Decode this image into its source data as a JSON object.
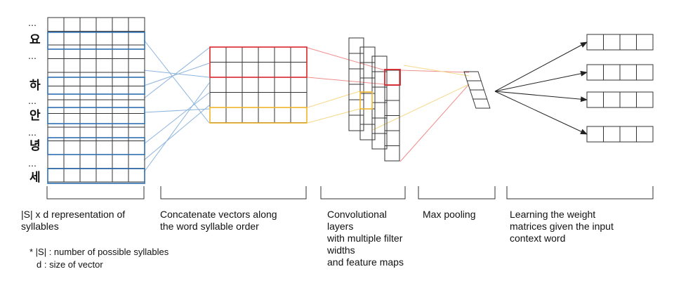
{
  "syllables": [
    "요",
    "하",
    "안",
    "녕",
    "세"
  ],
  "ellipsis": "…",
  "captions": [
    {
      "key": "matrix",
      "text": "|S| x d representation of\nsyllables"
    },
    {
      "key": "concat",
      "text": "Concatenate vectors along\nthe word syllable order"
    },
    {
      "key": "conv",
      "text": "Convolutional\nlayers\nwith multiple filter\nwidths\nand feature maps"
    },
    {
      "key": "pool",
      "text": "Max pooling"
    },
    {
      "key": "learn",
      "text": "Learning the weight\nmatrices given the input\ncontext word"
    }
  ],
  "footnote": {
    "line1": "* |S| : number of possible syllables",
    "line2": "d : size of vector"
  },
  "colors": {
    "selection_blue": "#2f6fb0",
    "filter_red": "#d9262c",
    "filter_yellow": "#f0b429",
    "line_blue": "#8db4de",
    "line_red": "#f08c8c",
    "line_yellow": "#f6d98a",
    "grid": "#333333"
  }
}
